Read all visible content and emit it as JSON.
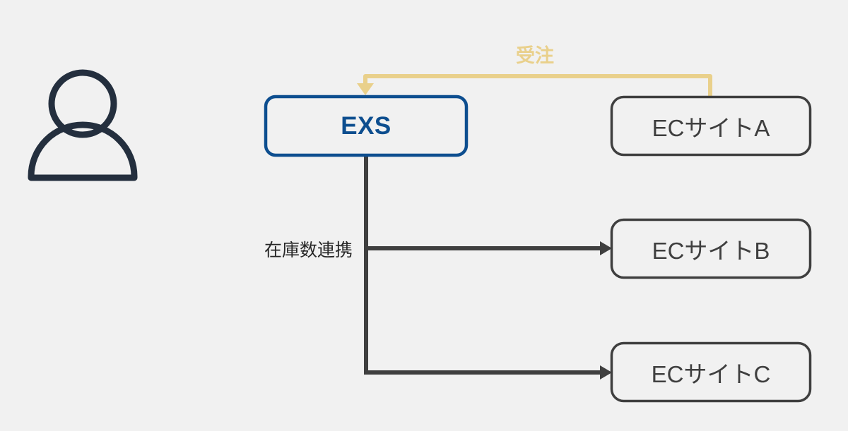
{
  "diagram": {
    "background_color": "#f1f1f1",
    "type": "system-integration-flow",
    "actor": {
      "icon": "person-icon",
      "color": "#242f3e"
    },
    "nodes": [
      {
        "id": "exs",
        "label": "EXS",
        "border_color": "#0d4e8f",
        "text_color": "#0d4e8f",
        "bold": true
      },
      {
        "id": "ec-site-a",
        "label": "ECサイトA",
        "border_color": "#3f3f3f",
        "text_color": "#3f3f3f",
        "bold": false
      },
      {
        "id": "ec-site-b",
        "label": "ECサイトB",
        "border_color": "#3f3f3f",
        "text_color": "#3f3f3f",
        "bold": false
      },
      {
        "id": "ec-site-c",
        "label": "ECサイトC",
        "border_color": "#3f3f3f",
        "text_color": "#3f3f3f",
        "bold": false
      }
    ],
    "edges": [
      {
        "id": "order-edge",
        "label": "受注",
        "from": "ec-site-a",
        "to": "exs",
        "color": "#e9d08b"
      },
      {
        "id": "stock-edge",
        "label": "在庫数連携",
        "from": "exs",
        "to": "ec-site-b, ec-site-c",
        "color": "#3f3f3f"
      }
    ]
  }
}
